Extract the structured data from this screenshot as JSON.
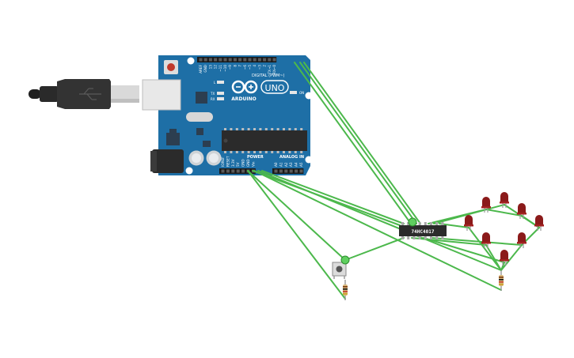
{
  "board": {
    "logo": "ARDUINO",
    "model": "UNO",
    "digital_header": "DIGITAL (PWM~)",
    "power_label": "POWER",
    "analog_label": "ANALOG IN",
    "digital_pins": [
      "AREF",
      "GND",
      "13",
      "12",
      "~11",
      "~10",
      "~9",
      "8",
      "7",
      "~6",
      "~5",
      "4",
      "~3",
      "2",
      "TX→1",
      "RX←0"
    ],
    "power_pins": [
      "IOREF",
      "RESET",
      "3.3V",
      "5V",
      "GND",
      "GND",
      "Vin"
    ],
    "analog_pins": [
      "A0",
      "A1",
      "A2",
      "A3",
      "A4",
      "A5"
    ],
    "led_labels": [
      "L",
      "TX",
      "RX",
      "ON"
    ]
  },
  "chip": {
    "label": "74HC4017"
  },
  "components": {
    "usb_cable": "usb-cable",
    "pushbutton": "pushbutton",
    "resistors": 2,
    "leds": 8,
    "wire_color": "#4cb84c",
    "led_color": "#8b1a1a"
  }
}
